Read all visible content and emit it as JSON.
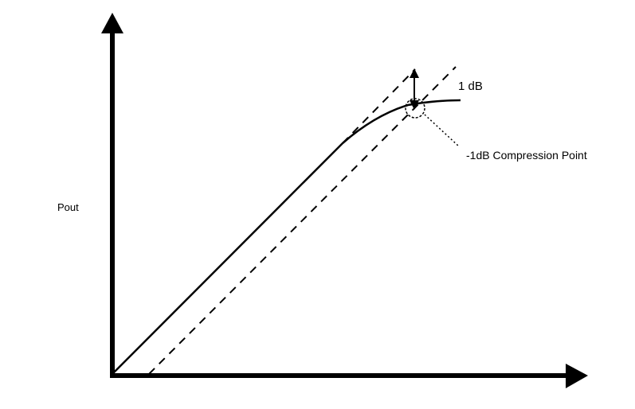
{
  "labels": {
    "y_axis": "Pout",
    "gain_drop": "1 dB",
    "compression_point": "-1dB Compression Point"
  },
  "colors": {
    "ink": "#000000",
    "background": "#ffffff"
  }
}
